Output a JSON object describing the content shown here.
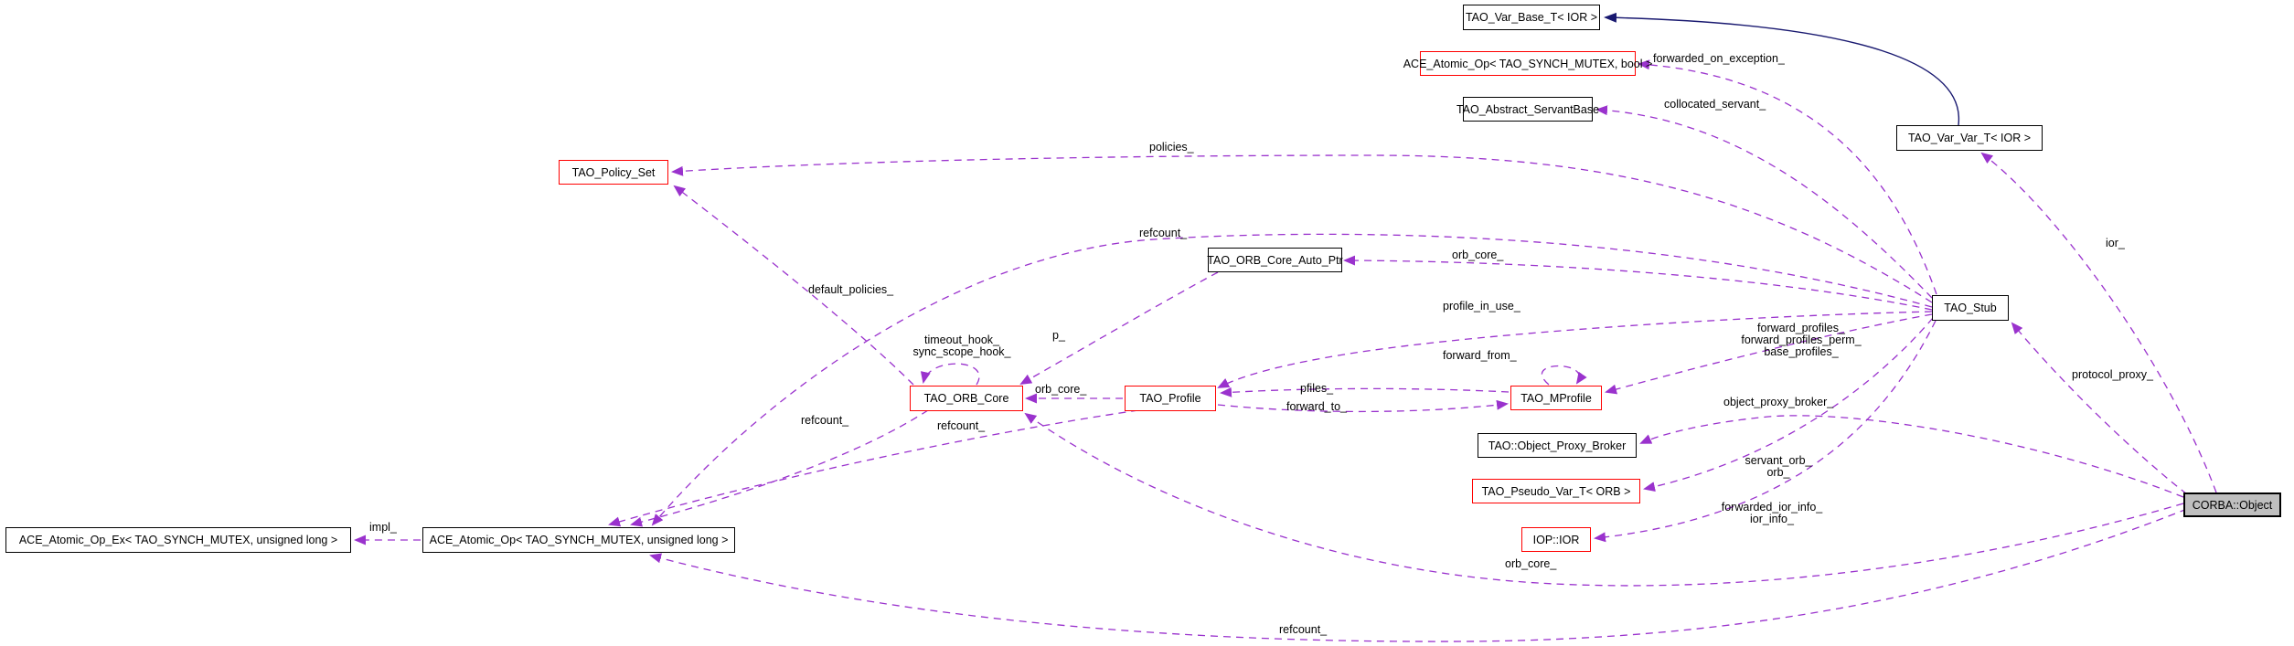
{
  "diagram": {
    "type": "uml-collaboration-graph",
    "colors": {
      "edge_usage": "#9a32cd",
      "edge_inheritance": "#191970",
      "box_border_black": "#000000",
      "box_border_red": "#ff0000",
      "box_fill": "#ffffff",
      "highlight_fill": "#bfbfbf",
      "text": "#000000"
    },
    "boxes": [
      {
        "label": "TAO_Var_Base_T< IOR >"
      },
      {
        "label": "ACE_Atomic_Op< TAO_SYNCH_MUTEX, bool >"
      },
      {
        "label": "TAO_Abstract_ServantBase"
      },
      {
        "label": "TAO_Var_Var_T< IOR >"
      },
      {
        "label": "TAO_Policy_Set"
      },
      {
        "label": "TAO_ORB_Core_Auto_Ptr"
      },
      {
        "label": "TAO_Stub"
      },
      {
        "label": "TAO_ORB_Core"
      },
      {
        "label": "TAO_Profile"
      },
      {
        "label": "TAO_MProfile"
      },
      {
        "label": "TAO::Object_Proxy_Broker"
      },
      {
        "label": "TAO_Pseudo_Var_T< ORB >"
      },
      {
        "label": "IOP::IOR"
      },
      {
        "label": "ACE_Atomic_Op_Ex< TAO_SYNCH_MUTEX, unsigned long >"
      },
      {
        "label": "ACE_Atomic_Op< TAO_SYNCH_MUTEX, unsigned long >"
      },
      {
        "label": "CORBA::Object"
      }
    ],
    "edge_labels": [
      {
        "text": "policies_"
      },
      {
        "text": "refcount_"
      },
      {
        "text": "orb_core_"
      },
      {
        "text": "profile_in_use_"
      },
      {
        "text": "forward_from_"
      },
      {
        "text": "forwarded_on_exception_"
      },
      {
        "text": "collocated_servant_"
      },
      {
        "text": "ior_"
      },
      {
        "text": "protocol_proxy_"
      },
      {
        "text": "forward_profiles_\nforward_profiles_perm_\nbase_profiles_"
      },
      {
        "text": "object_proxy_broker_"
      },
      {
        "text": "servant_orb_\norb_"
      },
      {
        "text": "forwarded_ior_info_\nior_info_"
      },
      {
        "text": "orb_core_"
      },
      {
        "text": "refcount_"
      },
      {
        "text": "timeout_hook_\nsync_scope_hook_"
      },
      {
        "text": "p_"
      },
      {
        "text": "orb_core_"
      },
      {
        "text": "pfiles_"
      },
      {
        "text": "forward_to_"
      },
      {
        "text": "default_policies_"
      },
      {
        "text": "refcount_"
      },
      {
        "text": "refcount_"
      },
      {
        "text": "impl_"
      }
    ]
  }
}
